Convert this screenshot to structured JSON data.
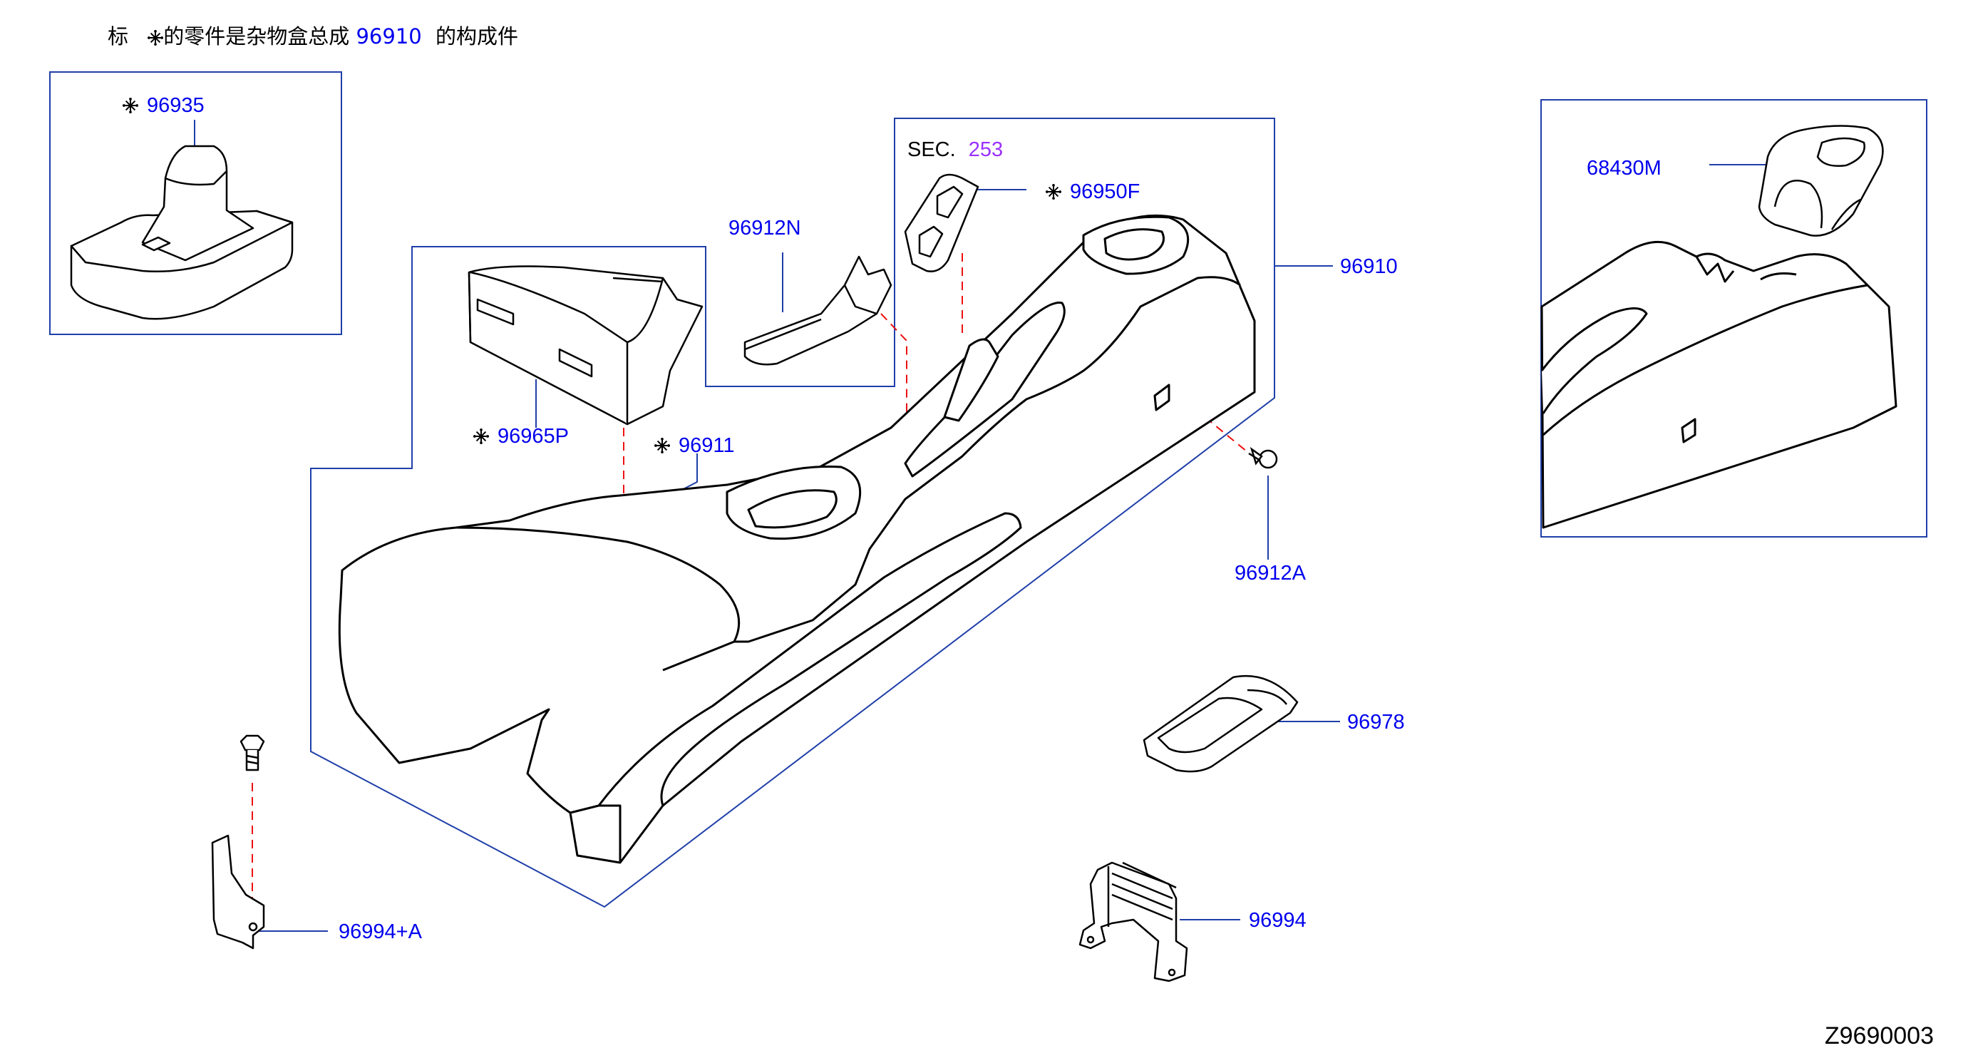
{
  "note": {
    "prefix": "标",
    "text": "的零件是杂物盒总成",
    "assembly_ref": "96910",
    "suffix": "的构成件"
  },
  "section_ref": {
    "label": "SEC.",
    "number": "253"
  },
  "callouts": {
    "c96935": "96935",
    "c96912N": "96912N",
    "c96950F": "96950F",
    "c96910": "96910",
    "c68430M": "68430M",
    "c96965P": "96965P",
    "c96911": "96911",
    "c96912A": "96912A",
    "c96978": "96978",
    "c96994A": "96994+A",
    "c96994": "96994"
  },
  "diagram_code": "Z9690003",
  "colors": {
    "line": "#000000",
    "frame": "#1f3fa8",
    "callout_text": "#0000ee",
    "section_ref": "#9b30ff",
    "dashed": "#ee1111"
  },
  "icons": {
    "component_marker": "snowflake-asterisk-icon"
  }
}
